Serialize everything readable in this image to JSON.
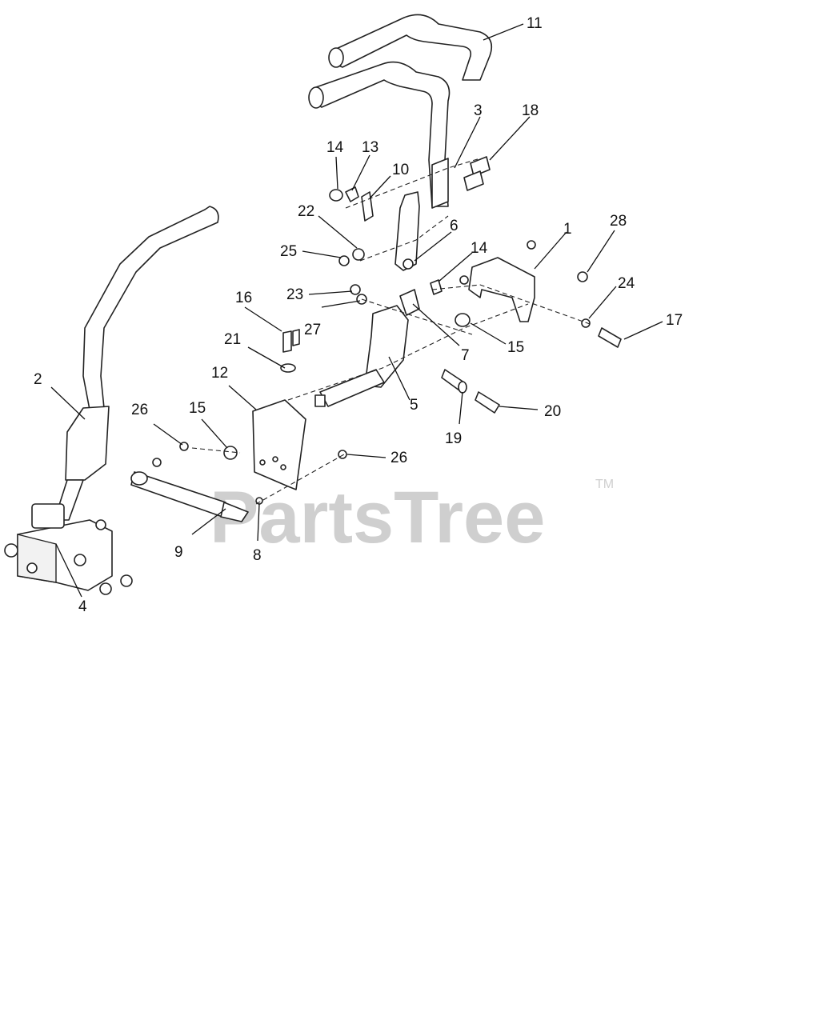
{
  "watermark": {
    "brand": "PartsTree",
    "trademark": "TM"
  },
  "callouts": [
    "11",
    "3",
    "18",
    "14",
    "13",
    "10",
    "22",
    "6",
    "1",
    "28",
    "25",
    "14",
    "23",
    "24",
    "16",
    "27",
    "17",
    "7",
    "15",
    "21",
    "5",
    "2",
    "12",
    "26",
    "15",
    "19",
    "20",
    "26",
    "9",
    "8",
    "4"
  ]
}
